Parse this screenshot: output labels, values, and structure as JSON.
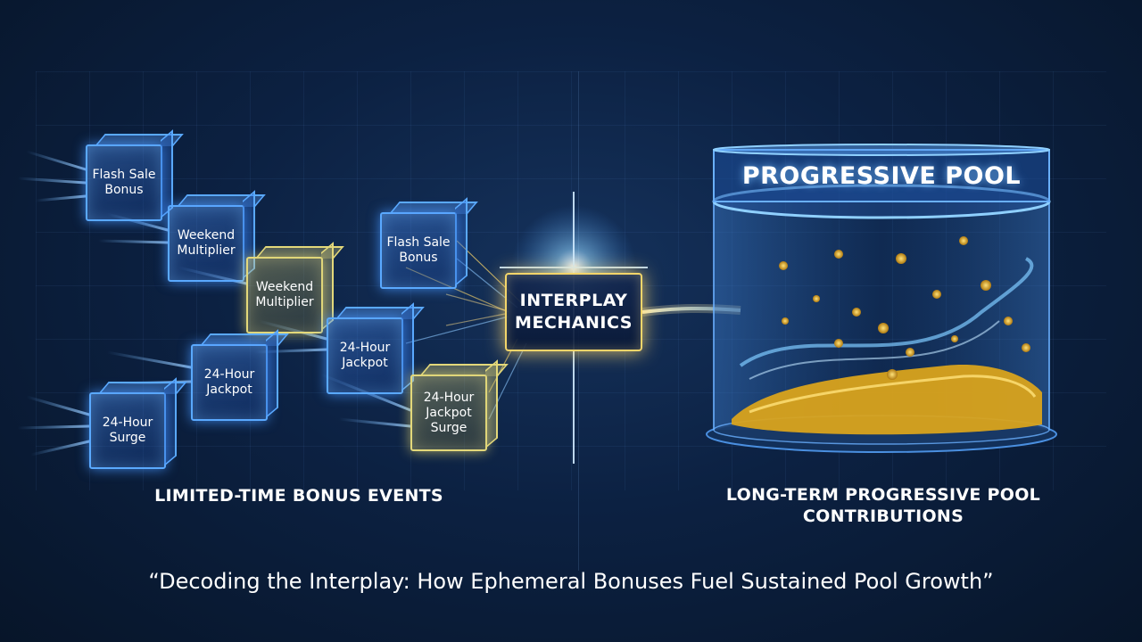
{
  "cubes": [
    {
      "label": "Flash Sale\nBonus"
    },
    {
      "label": "Weekend\nMultiplier"
    },
    {
      "label": "Weekend\nMultiplier"
    },
    {
      "label": "24-Hour\nJackpot"
    },
    {
      "label": "24-Hour\nSurge"
    },
    {
      "label": "Flash Sale\nBonus"
    },
    {
      "label": "24-Hour\nJackpot"
    },
    {
      "label": "24-Hour\nJackpot\nSurge"
    }
  ],
  "center": {
    "line1": "INTERPLAY",
    "line2": "MECHANICS"
  },
  "pool": {
    "title": "PROGRESSIVE POOL"
  },
  "left_label": "LIMITED-TIME BONUS EVENTS",
  "right_label_line1": "LONG-TERM PROGRESSIVE POOL",
  "right_label_line2": "CONTRIBUTIONS",
  "caption": "“Decoding the Interplay: How Ephemeral Bonuses Fuel Sustained Pool Growth”",
  "colors": {
    "accent_blue": "#5aa9ff",
    "accent_gold": "#f3d56a",
    "background": "#0c2142"
  }
}
